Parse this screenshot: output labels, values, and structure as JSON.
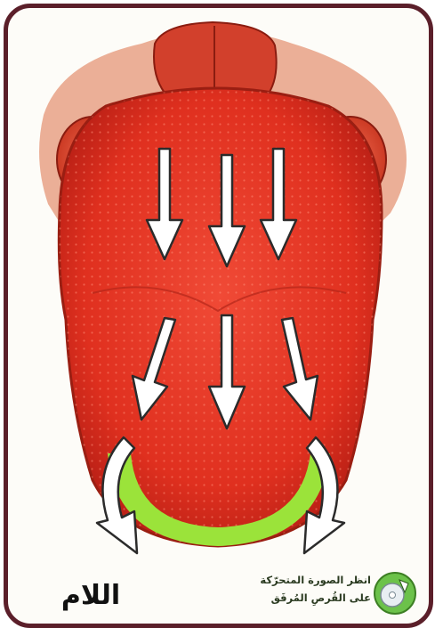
{
  "card": {
    "title": "اللام",
    "note_line1": "انظر الصورة المتحرّكة",
    "note_line2": "على القُرصِ المُرفَق"
  },
  "illustration": {
    "subject": "tongue-diagram",
    "colors": {
      "tongue": "#e8382a",
      "tongue_dark": "#b41d16",
      "highlight_zone": "#9be33a",
      "border": "#5b1f2a",
      "arrow_fill": "#ffffff",
      "arrow_stroke": "#2b2b2b"
    },
    "icons": [
      "down-arrow-icon",
      "curved-arrow-icon",
      "cd-disc-icon"
    ]
  }
}
